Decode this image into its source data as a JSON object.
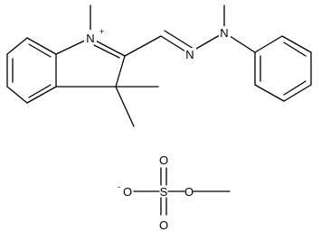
{
  "structure": {
    "cation": {
      "atoms": {
        "n_plus": "N",
        "n_hydrazone": "N",
        "n_methyl": "N"
      },
      "charge": "+"
    },
    "anion": {
      "atoms": {
        "o_minus": "O",
        "o_top": "O",
        "o_bottom": "O",
        "s": "S",
        "o_ester": "O"
      },
      "charge": "-"
    }
  }
}
